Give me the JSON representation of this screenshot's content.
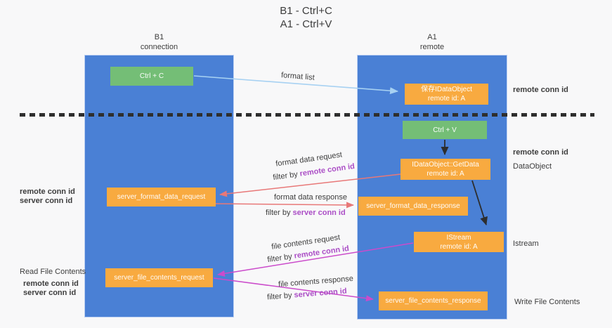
{
  "title": {
    "line1": "B1 - Ctrl+C",
    "line2": "A1 - Ctrl+V"
  },
  "lanes": {
    "b1": {
      "name": "B1",
      "role": "connection"
    },
    "a1": {
      "name": "A1",
      "role": "remote"
    }
  },
  "nodes": {
    "ctrl_c": {
      "label": "Ctrl + C"
    },
    "save_idataobject": {
      "line1": "保存IDataObject",
      "line2": "remote id: A"
    },
    "ctrl_v": {
      "label": "Ctrl + V"
    },
    "idataobject_getdata": {
      "line1": "IDataObject::GetData",
      "line2": "remote id: A"
    },
    "server_format_data_request": {
      "label": "server_format_data_request"
    },
    "server_format_data_response": {
      "label": "server_format_data_response"
    },
    "istream": {
      "line1": "IStream",
      "line2": "remote id: A"
    },
    "server_file_contents_request": {
      "label": "server_file_contents_request"
    },
    "server_file_contents_response": {
      "label": "server_file_contents_response"
    }
  },
  "arrows": {
    "format_list": {
      "label": "format list"
    },
    "format_data_request": {
      "label": "format data request",
      "filter_prefix": "filter by ",
      "filter_key": "remote conn id"
    },
    "format_data_response": {
      "label": "format data response",
      "filter_prefix": "filter by ",
      "filter_key": "server conn id"
    },
    "file_contents_request": {
      "label": "file contents request",
      "filter_prefix": "filter by ",
      "filter_key": "remote conn id"
    },
    "file_contents_response": {
      "label": "file contents response",
      "filter_prefix": "filter by ",
      "filter_key": "server conn id"
    }
  },
  "side_labels": {
    "remote_conn_id": "remote conn id",
    "server_conn_id": "server conn id",
    "data_object": "DataObject",
    "istream": "Istream",
    "read_file_contents": "Read File Contents",
    "write_file_contents": "Write File Contents"
  },
  "colors": {
    "background": "#f8f8f9",
    "lane_blue": "#4a80d5",
    "node_orange": "#f8aa40",
    "node_green": "#74be76",
    "arrow_light_blue": "#a7d1f2",
    "arrow_red": "#e87878",
    "arrow_magenta": "#cb4bcb",
    "arrow_black": "#2d2d2d",
    "text_purple": "#ab4ec6",
    "text_green": "#5cb867",
    "text_dark": "#3d3d3d"
  }
}
